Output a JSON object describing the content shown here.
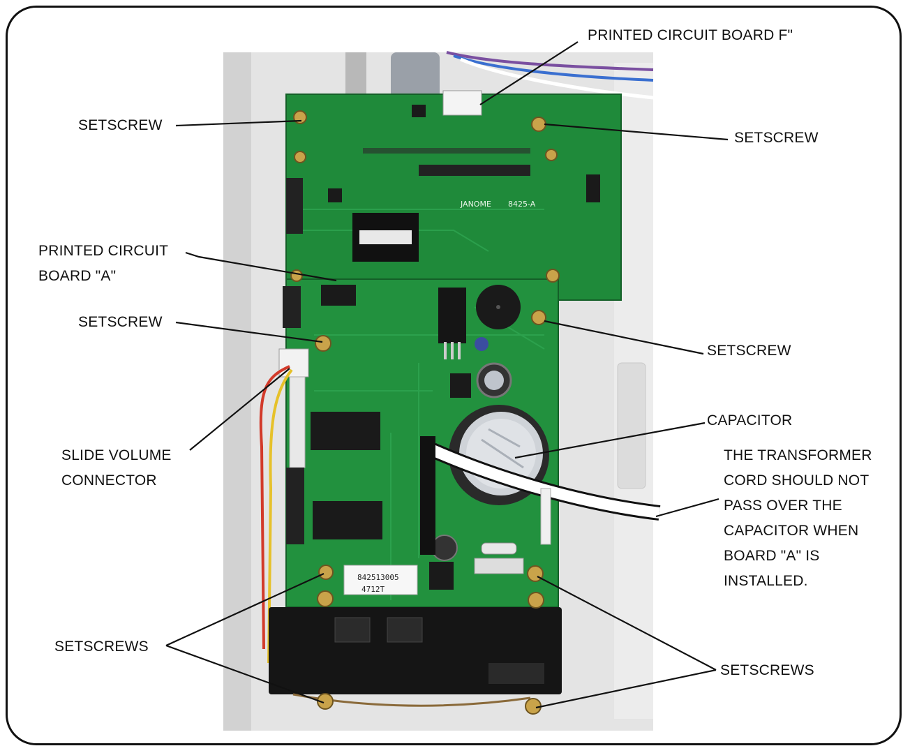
{
  "labels": {
    "pcb_f": "PRINTED CIRCUIT BOARD F\"",
    "setscrew_top_left": "SETSCREW",
    "setscrew_top_right": "SETSCREW",
    "pcb_a_line1": "PRINTED CIRCUIT",
    "pcb_a_line2": "BOARD \"A\"",
    "setscrew_mid_left": "SETSCREW",
    "setscrew_mid_right": "SETSCREW",
    "capacitor": "CAPACITOR",
    "slide_line1": "SLIDE VOLUME",
    "slide_line2": "CONNECTOR",
    "note_lines": [
      "THE TRANSFORMER",
      "CORD SHOULD NOT",
      "PASS OVER THE",
      "CAPACITOR WHEN",
      "BOARD \"A\" IS",
      "INSTALLED."
    ],
    "setscrews_left": "SETSCREWS",
    "setscrews_right": "SETSCREWS"
  },
  "board_markings": {
    "brand": "JANOME",
    "part": "8425-A",
    "sticker_line1": "842513005",
    "sticker_line2": "4712T"
  },
  "colors": {
    "pcb_green": "#1f8a3a",
    "pcb_dark": "#176b2d",
    "housing": "#e6e6e6",
    "line": "#111111"
  }
}
